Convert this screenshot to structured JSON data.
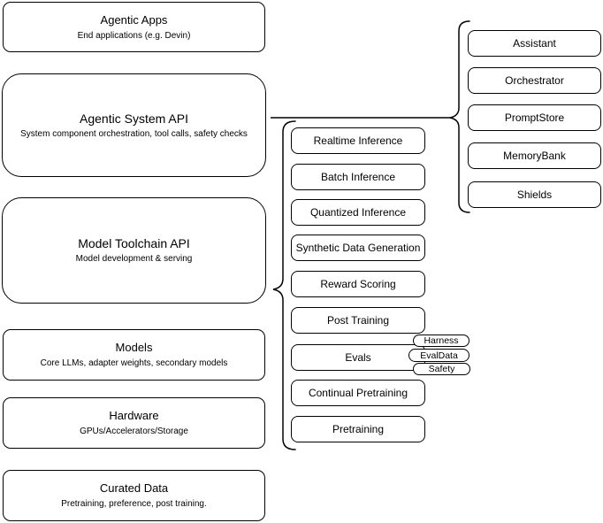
{
  "diagram": {
    "left_stack": [
      {
        "title": "Agentic Apps",
        "subtitle": "End applications (e.g. Devin)"
      },
      {
        "title": "Agentic System API",
        "subtitle": "System component orchestration, tool calls, safety checks"
      },
      {
        "title": "Model Toolchain API",
        "subtitle": "Model development & serving"
      },
      {
        "title": "Models",
        "subtitle": "Core LLMs, adapter weights, secondary models"
      },
      {
        "title": "Hardware",
        "subtitle": "GPUs/Accelerators/Storage"
      },
      {
        "title": "Curated Data",
        "subtitle": "Pretraining, preference, post training."
      }
    ],
    "toolchain_capabilities": [
      "Realtime Inference",
      "Batch Inference",
      "Quantized Inference",
      "Synthetic Data Generation",
      "Reward Scoring",
      "Post Training",
      "Evals",
      "Continual Pretraining",
      "Pretraining"
    ],
    "eval_badges": [
      "Harness",
      "EvalData",
      "Safety"
    ],
    "system_components": [
      "Assistant",
      "Orchestrator",
      "PromptStore",
      "MemoryBank",
      "Shields"
    ],
    "colors": {
      "stroke": "#000000",
      "fill": "#ffffff",
      "background": "#ffffff"
    }
  }
}
